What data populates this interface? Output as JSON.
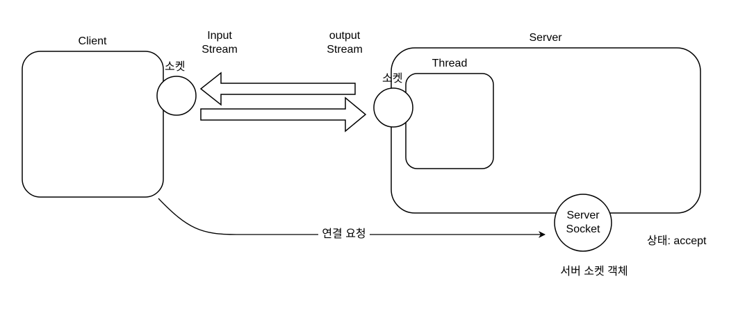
{
  "client": {
    "label": "Client",
    "socket_label": "소켓"
  },
  "server": {
    "label": "Server",
    "thread_label": "Thread",
    "socket_label": "소켓",
    "server_socket_line1": "Server",
    "server_socket_line2": "Socket",
    "server_socket_caption": "서버 소켓 객체",
    "status_text": "상태: accept"
  },
  "streams": {
    "input_line1": "Input",
    "input_line2": "Stream",
    "output_line1": "output",
    "output_line2": "Stream"
  },
  "connection": {
    "label": "연결 요청"
  },
  "colors": {
    "stroke": "#000000",
    "background": "#ffffff"
  }
}
